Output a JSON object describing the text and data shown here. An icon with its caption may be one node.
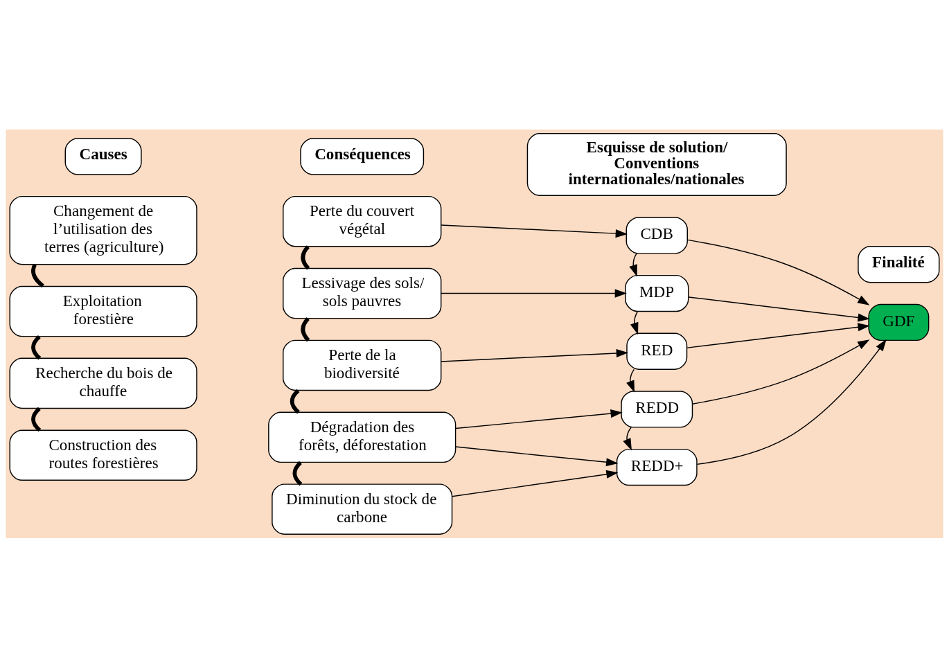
{
  "diagram": {
    "nodes": [
      {
        "text": [
          "Causes"
        ]
      },
      {
        "text": [
          "Conséquences"
        ]
      },
      {
        "text": [
          "Esquisse de solution/ Conventions internationales/nationales"
        ]
      },
      {
        "text": [
          "Finalité"
        ]
      },
      {
        "text": [
          "Changement de l’utilisation des terres (agriculture)"
        ]
      },
      {
        "text": [
          "Exploitation forestière"
        ]
      },
      {
        "text": [
          "Recherche du bois de chauffe"
        ]
      },
      {
        "text": [
          "Construction des routes forestières"
        ]
      },
      {
        "text": [
          "Perte du couvert végétal"
        ]
      },
      {
        "text": [
          "Lessivage des sols/ sols pauvres"
        ]
      },
      {
        "text": [
          "Perte de la biodiversité"
        ]
      },
      {
        "text": [
          "Dégradation des forêts, déforestation"
        ]
      },
      {
        "text": [
          "Diminution du stock de carbone"
        ]
      },
      {
        "text": [
          "CDB"
        ]
      },
      {
        "text": [
          "MDP"
        ]
      },
      {
        "text": [
          "RED"
        ]
      },
      {
        "text": [
          "REDD"
        ]
      },
      {
        "text": [
          "REDD+"
        ]
      },
      {
        "text": [
          "GDF"
        ]
      }
    ],
    "edges": [
      {
        "from": 4,
        "to": 5,
        "arrow": "none",
        "style": "thick"
      },
      {
        "from": 5,
        "to": 6,
        "arrow": "none",
        "style": "thick"
      },
      {
        "from": 6,
        "to": 7,
        "arrow": "none",
        "style": "thick"
      },
      {
        "from": 8,
        "to": 9,
        "arrow": "none",
        "style": "thick"
      },
      {
        "from": 9,
        "to": 10,
        "arrow": "none",
        "style": "thick"
      },
      {
        "from": 10,
        "to": 11,
        "arrow": "none",
        "style": "thick"
      },
      {
        "from": 11,
        "to": 12,
        "arrow": "none",
        "style": "thick"
      },
      {
        "from": 8,
        "to": 13,
        "arrow": "to"
      },
      {
        "from": 9,
        "to": 14,
        "arrow": "to"
      },
      {
        "from": 10,
        "to": 15,
        "arrow": "to"
      },
      {
        "from": 11,
        "to": 16,
        "arrow": "to"
      },
      {
        "from": 11,
        "to": 17,
        "arrow": "to"
      },
      {
        "from": 12,
        "to": 17,
        "arrow": "to"
      },
      {
        "from": 13,
        "to": 14,
        "arrow": "to"
      },
      {
        "from": 14,
        "to": 15,
        "arrow": "to"
      },
      {
        "from": 15,
        "to": 16,
        "arrow": "to"
      },
      {
        "from": 16,
        "to": 17,
        "arrow": "to"
      },
      {
        "from": 13,
        "to": 18,
        "arrow": "to"
      },
      {
        "from": 14,
        "to": 18,
        "arrow": "to"
      },
      {
        "from": 15,
        "to": 18,
        "arrow": "to"
      },
      {
        "from": 16,
        "to": 18,
        "arrow": "to"
      },
      {
        "from": 17,
        "to": 18,
        "arrow": "to"
      }
    ]
  }
}
